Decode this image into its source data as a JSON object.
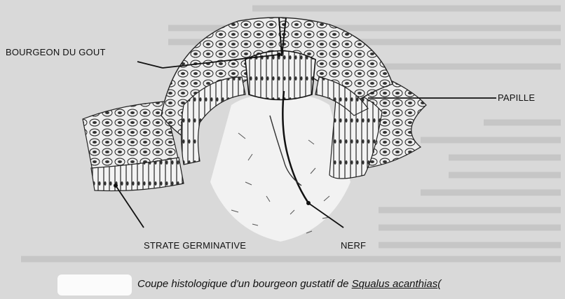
{
  "labels": {
    "taste_bud": "BOURGEON DU GOUT",
    "papilla": "PAPILLE",
    "germinative_layer": "STRATE GERMINATIVE",
    "nerve": "NERF"
  },
  "caption": {
    "text": "Coupe histologique d'un bourgeon gustatif de ",
    "species": "Squalus acanthias",
    "trailing": "("
  },
  "colors": {
    "background": "#d9d9d9",
    "ink": "#111111",
    "tissue": "#eeeeee"
  }
}
